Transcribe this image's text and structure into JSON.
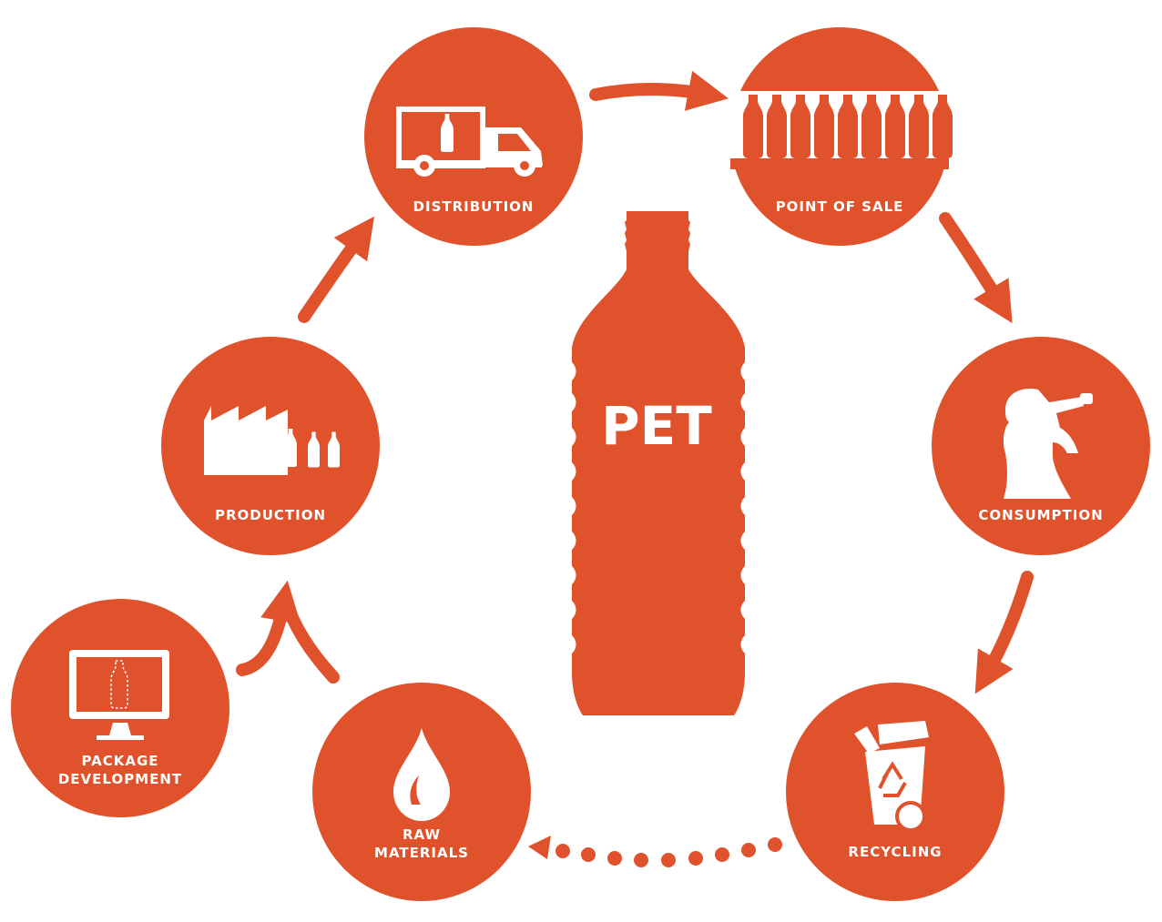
{
  "colors": {
    "accent": "#e0522b",
    "background": "#ffffff",
    "icon": "#ffffff"
  },
  "center": {
    "text": "PET",
    "icon": "bottle-icon"
  },
  "stages": {
    "distribution": {
      "label": "DISTRIBUTION",
      "icon": "truck-icon"
    },
    "point_of_sale": {
      "label": "POINT OF SALE",
      "icon": "bottles-shelf-icon"
    },
    "consumption": {
      "label": "CONSUMPTION",
      "icon": "person-drinking-icon"
    },
    "recycling": {
      "label": "RECYCLING",
      "icon": "recycling-bin-icon"
    },
    "raw_materials": {
      "line1": "RAW",
      "line2": "MATERIALS",
      "icon": "drop-icon"
    },
    "package_development": {
      "line1": "PACKAGE",
      "line2": "DEVELOPMENT",
      "icon": "monitor-icon"
    },
    "production": {
      "label": "PRODUCTION",
      "icon": "factory-icon"
    }
  }
}
